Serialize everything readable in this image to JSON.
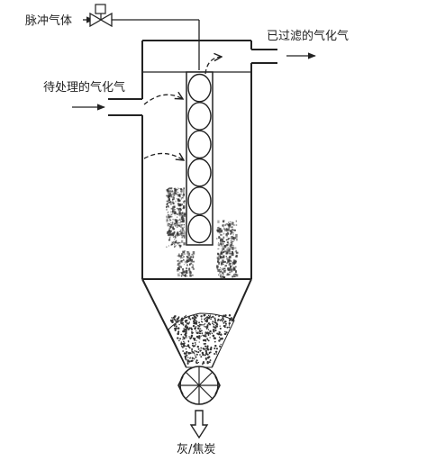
{
  "labels": {
    "pulse_gas": "脉冲气体",
    "filtered_gas": "已过滤的气化气",
    "raw_gas": "待处理的气化气",
    "ash_char": "灰/焦炭"
  },
  "filter_element": {
    "ring_count": 6
  },
  "colors": {
    "line": "#222222",
    "text": "#222222",
    "background": "#ffffff",
    "particles": "#333333"
  }
}
